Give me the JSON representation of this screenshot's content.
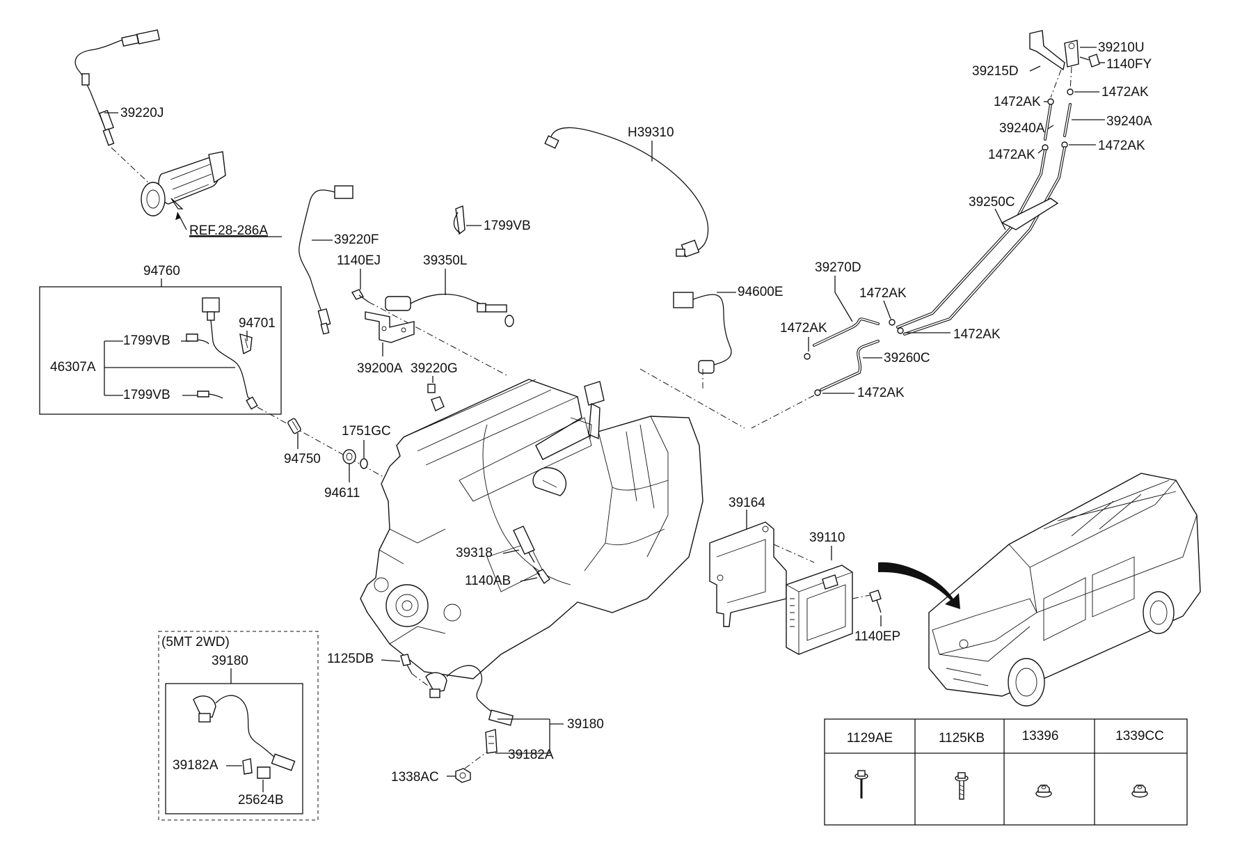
{
  "labels": {
    "p39220J": "39220J",
    "ref": "REF.28-286A",
    "p39220F": "39220F",
    "p1140EJ": "1140EJ",
    "p39350L": "39350L",
    "p1799VB_top": "1799VB",
    "pH39310": "H39310",
    "p94600E": "94600E",
    "p94760": "94760",
    "p1799VB_a": "1799VB",
    "p94701": "94701",
    "p46307A": "46307A",
    "p1799VB_b": "1799VB",
    "p39200A": "39200A",
    "p39220G": "39220G",
    "p1751GC": "1751GC",
    "p94750": "94750",
    "p94611": "94611",
    "p39318": "39318",
    "p1140AB": "1140AB",
    "p39164": "39164",
    "p39110": "39110",
    "p1140EP": "1140EP",
    "p39210U": "39210U",
    "p1140FY": "1140FY",
    "p39215D": "39215D",
    "p1472AK_1": "1472AK",
    "p1472AK_2": "1472AK",
    "p39240A_l": "39240A",
    "p39240A_r": "39240A",
    "p1472AK_3": "1472AK",
    "p1472AK_4": "1472AK",
    "p39250C": "39250C",
    "p39270D": "39270D",
    "p1472AK_5": "1472AK",
    "p1472AK_6": "1472AK",
    "p1472AK_7": "1472AK",
    "p39260C": "39260C",
    "p1472AK_8": "1472AK",
    "p5mt": "(5MT 2WD)",
    "p39180_box": "39180",
    "p39182A_box": "39182A",
    "p25624B": "25624B",
    "p1125DB": "1125DB",
    "p39180": "39180",
    "p39182A": "39182A",
    "p1338AC": "1338AC"
  },
  "fastener_table": {
    "headers": [
      "1129AE",
      "1125KB",
      "13396",
      "1339CC"
    ],
    "icons": [
      "flange-bolt-icon",
      "flange-bolt-icon",
      "flange-nut-icon",
      "flange-nut-icon"
    ]
  }
}
